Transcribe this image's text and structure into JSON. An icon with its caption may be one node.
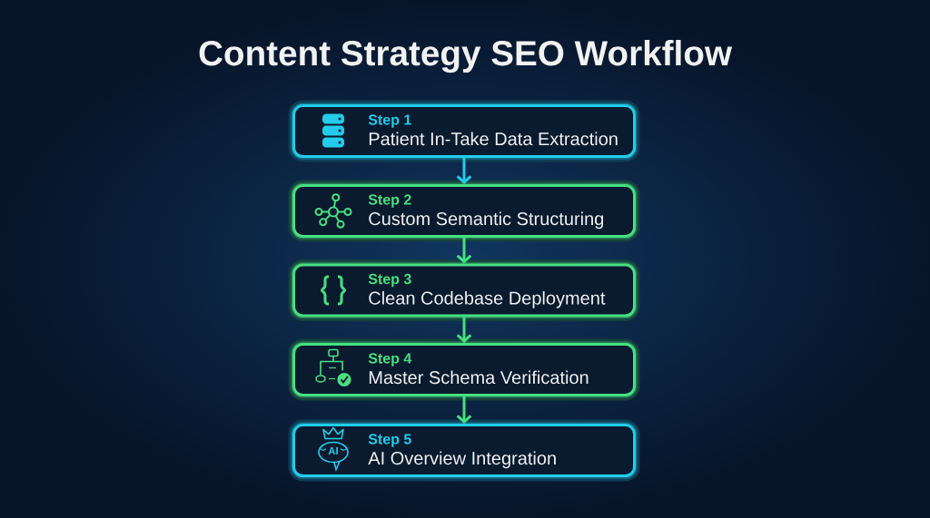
{
  "diagram": {
    "title": "Content Strategy SEO Workflow",
    "nodes": [
      {
        "text": [
          "Step 1",
          "Patient In-Take Data Extraction"
        ]
      },
      {
        "text": [
          "Step 2",
          "Custom Semantic Structuring"
        ]
      },
      {
        "text": [
          "Step 3",
          "Clean Codebase Deployment"
        ]
      },
      {
        "text": [
          "Step 4",
          "Master Schema Verification"
        ]
      },
      {
        "text": [
          "Step 5",
          "AI Overview Integration"
        ]
      }
    ],
    "edges": [
      {
        "from": 0,
        "to": 1,
        "arrow": "to",
        "color": "#22ccea"
      },
      {
        "from": 1,
        "to": 2,
        "arrow": "to"
      },
      {
        "from": 2,
        "to": 3,
        "arrow": "to"
      },
      {
        "from": 3,
        "to": 4,
        "arrow": "to"
      }
    ],
    "labels": [
      "AI"
    ]
  }
}
